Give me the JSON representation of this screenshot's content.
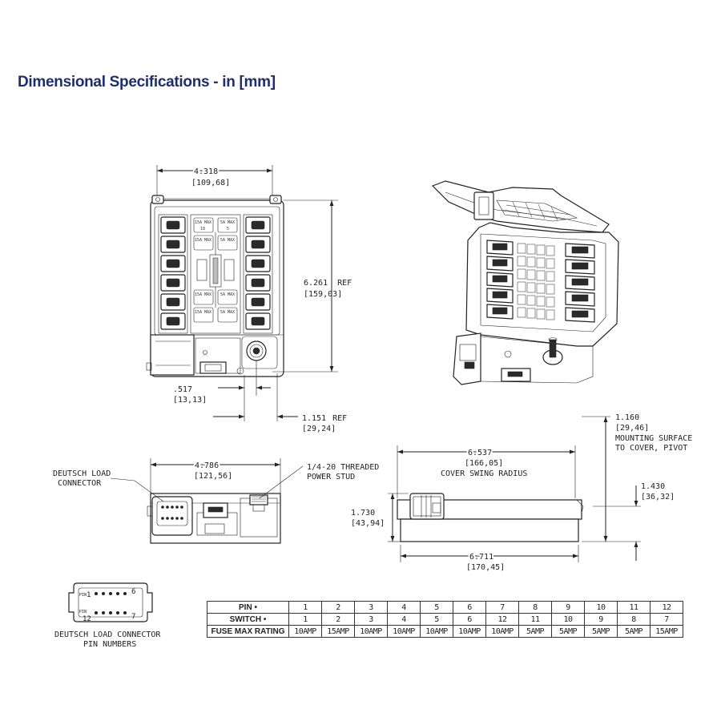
{
  "title": "Dimensional Specifications - in [mm]",
  "front_view": {
    "width_in": "4.318",
    "width_mm": "[109,68]",
    "height_in": "6.261",
    "height_ref": "REF",
    "height_mm": "[159,03]",
    "stud_offset_in": ".517",
    "stud_offset_mm": "[13,13]",
    "stud_to_edge_in": "1.151",
    "stud_to_edge_ref": "REF",
    "stud_to_edge_mm": "[29,24]",
    "fuse_labels": {
      "left_top": "15A MAX",
      "right_top": "5A MAX",
      "left_mid": "10",
      "right_mid": "5"
    }
  },
  "bottom_view": {
    "width_in": "4.786",
    "width_mm": "[121,56]",
    "connector_label_1": "DEUTSCH LOAD",
    "connector_label_2": "CONNECTOR",
    "stud_label_1": "1/4-20 THREADED",
    "stud_label_2": "POWER STUD"
  },
  "side_view": {
    "swing_in": "6.537",
    "swing_mm": "[166,05]",
    "swing_label": "COVER SWING RADIUS",
    "mount_in": "1.160",
    "mount_mm": "[29,46]",
    "mount_label_1": "MOUNTING SURFACE",
    "mount_label_2": "TO COVER, PIVOT",
    "cover_in": "1.430",
    "cover_mm": "[36,32]",
    "height_in": "1.730",
    "height_mm": "[43,94]",
    "length_in": "6.711",
    "length_mm": "[170,45]"
  },
  "connector_pins": {
    "pin_word": "PIN",
    "pin_1": "1",
    "pin_6": "6",
    "pin_12": "12",
    "pin_7": "7",
    "caption_1": "DEUTSCH LOAD CONNECTOR",
    "caption_2": "PIN NUMBERS"
  },
  "pin_table": {
    "rows": [
      {
        "label": "PIN •",
        "values": [
          "1",
          "2",
          "3",
          "4",
          "5",
          "6",
          "7",
          "8",
          "9",
          "10",
          "11",
          "12"
        ]
      },
      {
        "label": "SWITCH •",
        "values": [
          "1",
          "2",
          "3",
          "4",
          "5",
          "6",
          "12",
          "11",
          "10",
          "9",
          "8",
          "7"
        ]
      },
      {
        "label": "FUSE MAX RATING",
        "values": [
          "10AMP",
          "15AMP",
          "10AMP",
          "10AMP",
          "10AMP",
          "10AMP",
          "10AMP",
          "5AMP",
          "5AMP",
          "5AMP",
          "5AMP",
          "15AMP"
        ]
      }
    ]
  }
}
